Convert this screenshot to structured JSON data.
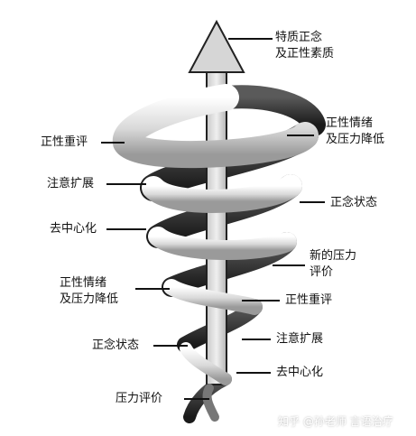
{
  "labels": {
    "top_quality": "特质正念\n及正性素质",
    "right_emotion_1": "正性情绪\n及压力降低",
    "left_reappraisal_1": "正性重评",
    "left_attention_1": "注意扩展",
    "right_mindful_1": "正念状态",
    "left_decentering_1": "去中心化",
    "right_new_appraisal": "新的压力\n评价",
    "left_emotion_2": "正性情绪\n及压力降低",
    "right_reappraisal_2": "正性重评",
    "right_attention_2": "注意扩展",
    "left_mindful_2": "正念状态",
    "right_decentering_2": "去中心化",
    "bottom_appraisal": "压力评价"
  },
  "watermark": "知乎 @孙老师 言语治疗"
}
